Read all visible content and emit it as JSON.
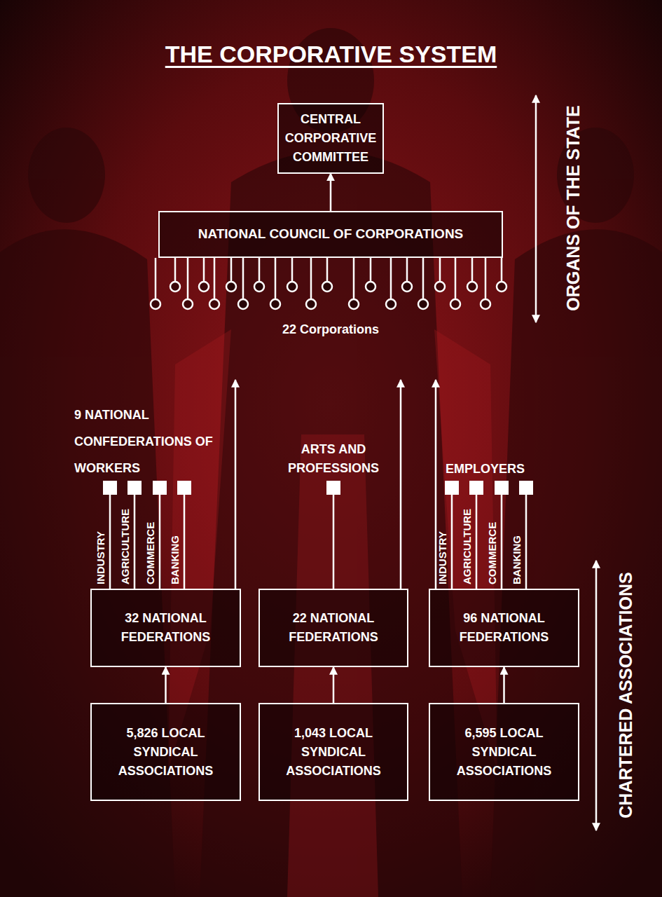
{
  "diagram": {
    "title": "THE CORPORATIVE SYSTEM",
    "nodes": [
      {
        "text": [
          "CENTRAL CORPORATIVE COMMITTEE"
        ]
      },
      {
        "text": [
          "NATIONAL COUNCIL OF CORPORATIONS"
        ]
      },
      {
        "text": [
          "32 NATIONAL FEDERATIONS"
        ]
      },
      {
        "text": [
          "22 NATIONAL FEDERATIONS"
        ]
      },
      {
        "text": [
          "96 NATIONAL FEDERATIONS"
        ]
      },
      {
        "text": [
          "5,826 LOCAL SYNDICAL ASSOCIATIONS"
        ]
      },
      {
        "text": [
          "1,043 LOCAL SYNDICAL ASSOCIATIONS"
        ]
      },
      {
        "text": [
          "6,595 LOCAL SYNDICAL ASSOCIATIONS"
        ]
      }
    ],
    "edges": [
      {
        "from": 1,
        "to": 0,
        "arrow": "to"
      },
      {
        "from": 5,
        "to": 2,
        "arrow": "to"
      },
      {
        "from": 6,
        "to": 3,
        "arrow": "to"
      },
      {
        "from": 7,
        "to": 4,
        "arrow": "to"
      }
    ],
    "labels": [
      "ORGANS OF THE STATE",
      "22 Corporations",
      "9 NATIONAL CONFEDERATIONS OF WORKERS",
      "ARTS AND PROFESSIONS",
      "EMPLOYERS",
      "INDUSTRY",
      "AGRICULTURE",
      "COMMERCE",
      "BANKING",
      "INDUSTRY",
      "AGRICULTURE",
      "COMMERCE",
      "BANKING",
      "CHARTERED ASSOCIATIONS"
    ]
  }
}
